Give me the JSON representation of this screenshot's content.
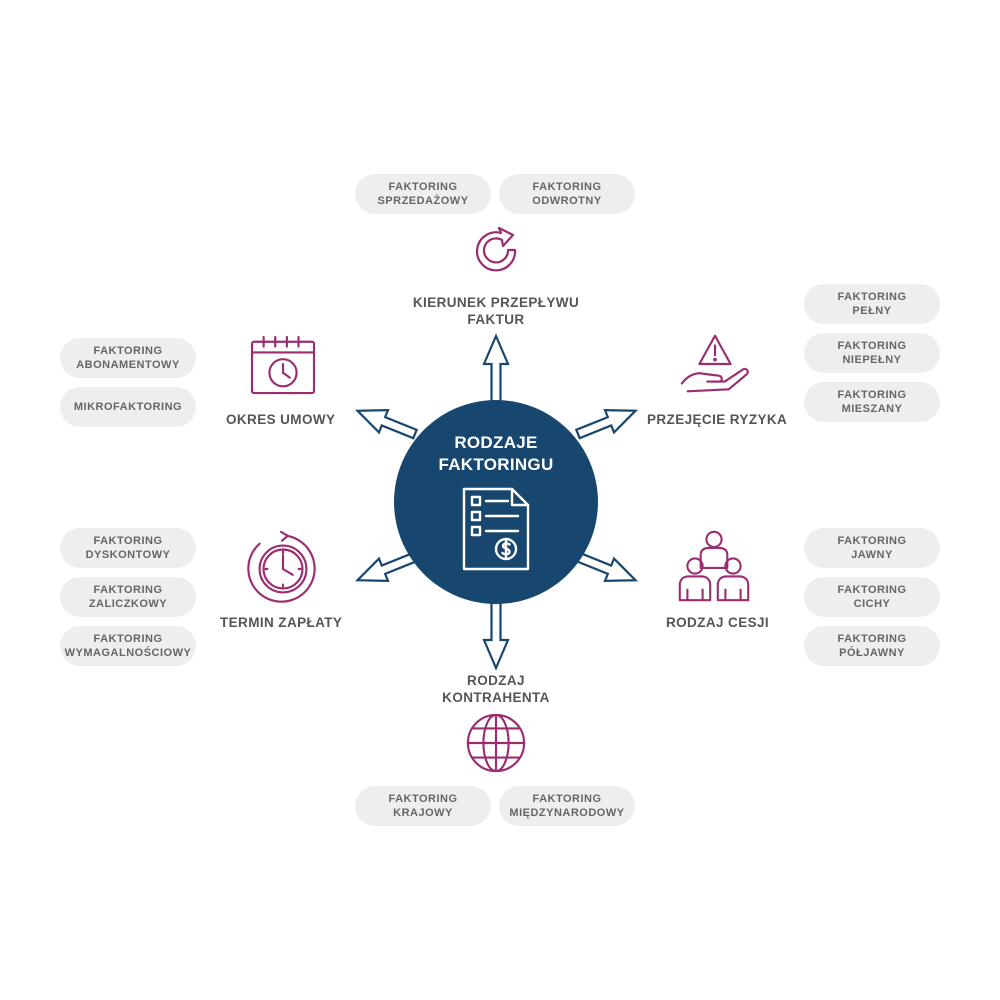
{
  "center": {
    "line1": "RODZAJE",
    "line2": "FAKTORINGU",
    "icon": "document-list-dollar-icon"
  },
  "colors": {
    "primary": "#17476e",
    "accent": "#9b2c6f",
    "pill_bg": "#eeeeee",
    "label": "#555555",
    "pill_text": "#666666"
  },
  "categories": {
    "kierunek": {
      "label_line1": "KIERUNEK PRZEPŁYWU",
      "label_line2": "FAKTUR",
      "icon": "circular-arrow-icon",
      "options": [
        {
          "line1": "FAKTORING",
          "line2": "SPRZEDAŻOWY"
        },
        {
          "line1": "FAKTORING",
          "line2": "ODWROTNY"
        }
      ]
    },
    "ryzyko": {
      "label_line1": "PRZEJĘCIE RYZYKA",
      "icon": "hand-warning-icon",
      "options": [
        {
          "line1": "FAKTORING",
          "line2": "PEŁNY"
        },
        {
          "line1": "FAKTORING",
          "line2": "NIEPEŁNY"
        },
        {
          "line1": "FAKTORING",
          "line2": "MIESZANY"
        }
      ]
    },
    "cesja": {
      "label_line1": "RODZAJ CESJI",
      "icon": "people-group-icon",
      "options": [
        {
          "line1": "FAKTORING",
          "line2": "JAWNY"
        },
        {
          "line1": "FAKTORING",
          "line2": "CICHY"
        },
        {
          "line1": "FAKTORING",
          "line2": "PÓŁJAWNY"
        }
      ]
    },
    "kontrahent": {
      "label_line1": "RODZAJ",
      "label_line2": "KONTRAHENTA",
      "icon": "globe-icon",
      "options": [
        {
          "line1": "FAKTORING",
          "line2": "KRAJOWY"
        },
        {
          "line1": "FAKTORING",
          "line2": "MIĘDZYNARODOWY"
        }
      ]
    },
    "termin": {
      "label_line1": "TERMIN ZAPŁATY",
      "icon": "clock-arrow-icon",
      "options": [
        {
          "line1": "FAKTORING",
          "line2": "DYSKONTOWY"
        },
        {
          "line1": "FAKTORING",
          "line2": "ZALICZKOWY"
        },
        {
          "line1": "FAKTORING",
          "line2": "WYMAGALNOŚCIOWY"
        }
      ]
    },
    "okres": {
      "label_line1": "OKRES UMOWY",
      "icon": "calendar-clock-icon",
      "options": [
        {
          "line1": "FAKTORING",
          "line2": "ABONAMENTOWY"
        },
        {
          "line1": "MIKROFAKTORING"
        }
      ]
    }
  }
}
